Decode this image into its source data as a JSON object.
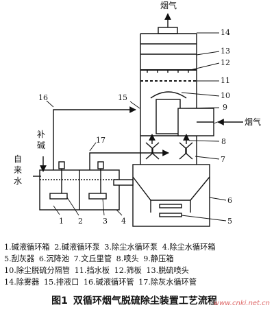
{
  "labels": {
    "smoke_out": "烟气",
    "smoke_in": "烟气",
    "make_up": [
      "补",
      "碱"
    ],
    "tap_water": [
      "自",
      "来",
      "水"
    ]
  },
  "callouts": [
    "1",
    "2",
    "3",
    "4",
    "5",
    "6",
    "7",
    "8",
    "9",
    "10",
    "11",
    "12",
    "13",
    "14",
    "15",
    "16",
    "17"
  ],
  "legend": [
    [
      "1.碱液循环箱",
      "2.碱液循环泵",
      "3.除尘水循环泵",
      "4.除尘水循环箱"
    ],
    [
      "5.刮灰器",
      "6.沉降池",
      "7.文丘里管",
      "8.喷头",
      "9.静压箱"
    ],
    [
      "10.除尘脱硫分隔管",
      "11.挡水板",
      "12.筛板",
      "13.脱硫喷头"
    ],
    [
      "14.除雾器",
      "15.排液口",
      "16.碱液循环管",
      "17.除灰水循环管"
    ]
  ],
  "caption": {
    "figure_no": "图1",
    "title": "双循环烟气脱硫除尘装置工艺流程"
  },
  "watermark": "www.cnki.net.cn"
}
